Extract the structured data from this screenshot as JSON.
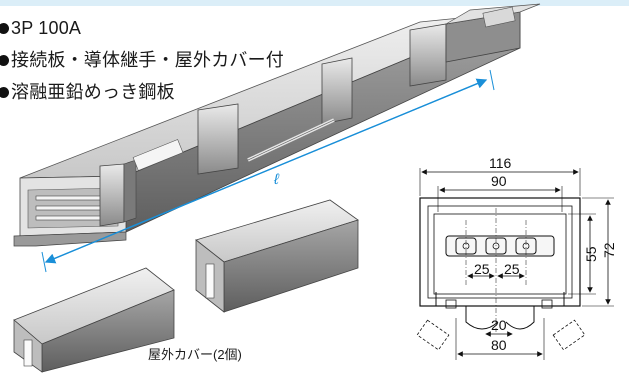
{
  "features": [
    "3P 100A",
    "接続板・導体継手・屋外カバー付",
    "溶融亜鉛めっき鋼板"
  ],
  "length_symbol": "ℓ",
  "cover_caption": "屋外カバー(2個)",
  "dimensions": {
    "outer_width": "116",
    "inner_width": "90",
    "total_height": "72",
    "inner_height": "55",
    "pitch_left": "25",
    "pitch_right": "25",
    "slot_width": "20",
    "bottom_width": "80"
  },
  "colors": {
    "dimension_line": "#1a8fd8",
    "steel_light": "#d4d4d4",
    "steel_dark": "#6e6e6e",
    "background_band": "#dbeef8"
  }
}
